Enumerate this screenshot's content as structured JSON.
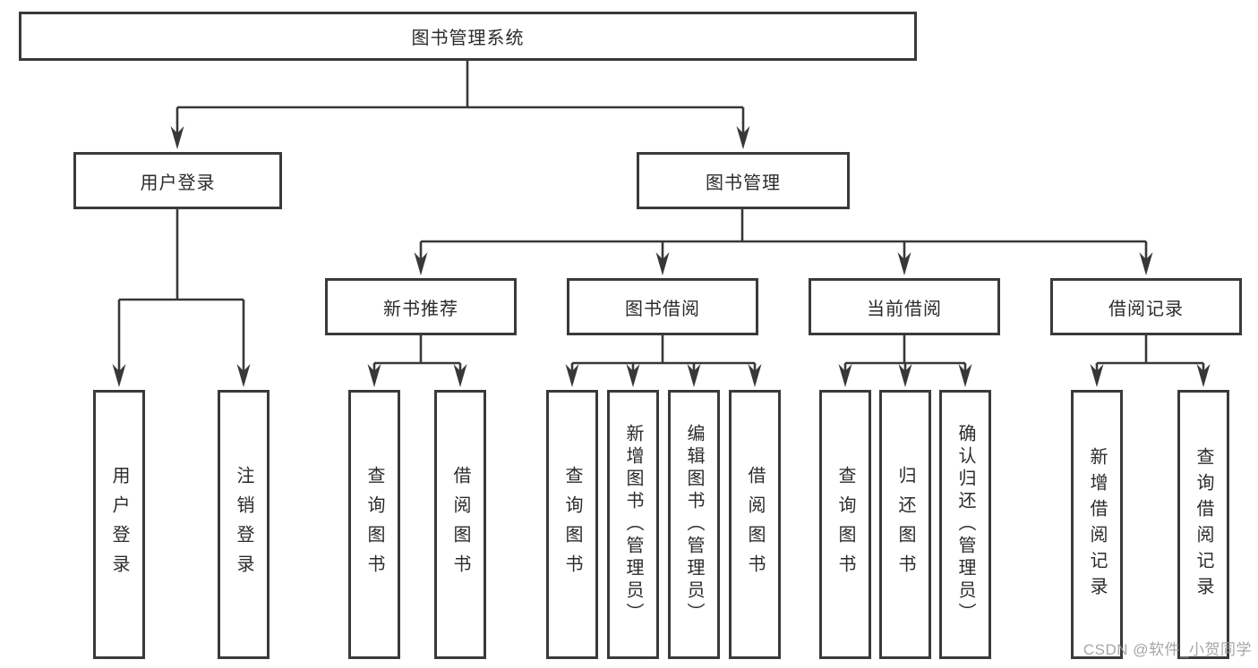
{
  "watermark": "CSDN @软件_小贺同学",
  "colors": {
    "line": "#383838",
    "border": "#3a3a3a",
    "text": "#2b2b2b",
    "background": "#ffffff",
    "watermark": "#9e9e9e"
  },
  "tree": {
    "label": "图书管理系统",
    "children": [
      {
        "label": "用户登录",
        "children": [
          {
            "label": "用户登录"
          },
          {
            "label": "注销登录"
          }
        ]
      },
      {
        "label": "图书管理",
        "children": [
          {
            "label": "新书推荐",
            "children": [
              {
                "label": "查询图书"
              },
              {
                "label": "借阅图书"
              }
            ]
          },
          {
            "label": "图书借阅",
            "children": [
              {
                "label": "查询图书"
              },
              {
                "label": "新增图书（管理员）"
              },
              {
                "label": "编辑图书（管理员）"
              },
              {
                "label": "借阅图书"
              }
            ]
          },
          {
            "label": "当前借阅",
            "children": [
              {
                "label": "查询图书"
              },
              {
                "label": "归还图书"
              },
              {
                "label": "确认归还（管理员）"
              }
            ]
          },
          {
            "label": "借阅记录",
            "children": [
              {
                "label": "新增借阅记录"
              },
              {
                "label": "查询借阅记录"
              }
            ]
          }
        ]
      }
    ]
  }
}
